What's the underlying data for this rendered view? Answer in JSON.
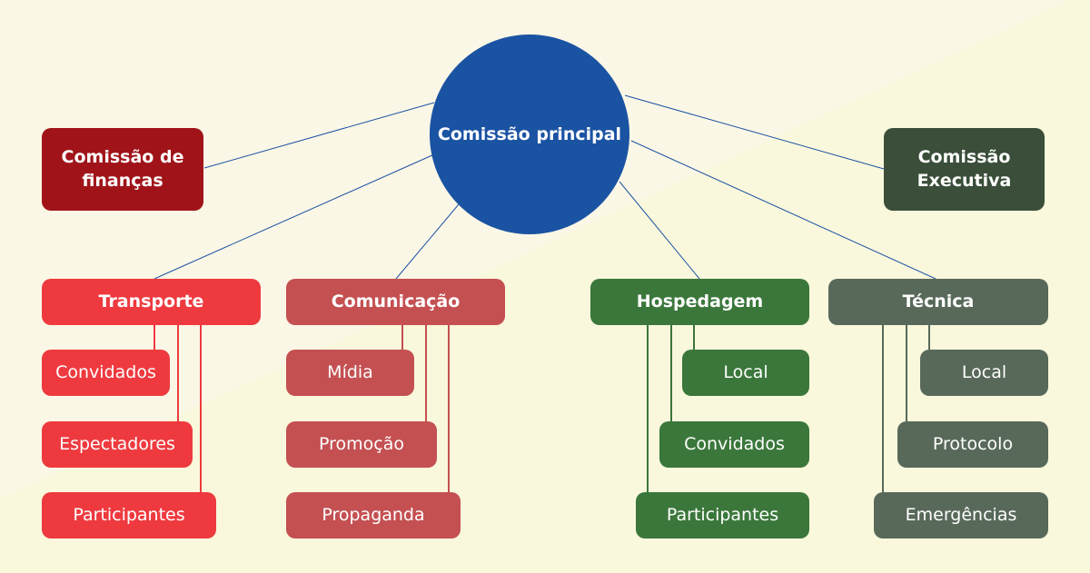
{
  "center": {
    "label": "Comissão principal",
    "color": "#1b53a3"
  },
  "top_left": {
    "line1": "Comissão de",
    "line2": "finanças",
    "color": "#a01419"
  },
  "top_right": {
    "line1": "Comissão",
    "line2": "Executiva",
    "color": "#3a4e39"
  },
  "groups": [
    {
      "title": "Transporte",
      "color": "#ee3a3f",
      "items": [
        "Convidados",
        "Espectadores",
        "Participantes"
      ]
    },
    {
      "title": "Comunicação",
      "color": "#c45052",
      "items": [
        "Mídia",
        "Promoção",
        "Propaganda"
      ]
    },
    {
      "title": "Hospedagem",
      "color": "#3b773b",
      "items": [
        "Local",
        "Convidados",
        "Participantes"
      ]
    },
    {
      "title": "Técnica",
      "color": "#58695a",
      "items": [
        "Local",
        "Protocolo",
        "Emergências"
      ]
    }
  ]
}
